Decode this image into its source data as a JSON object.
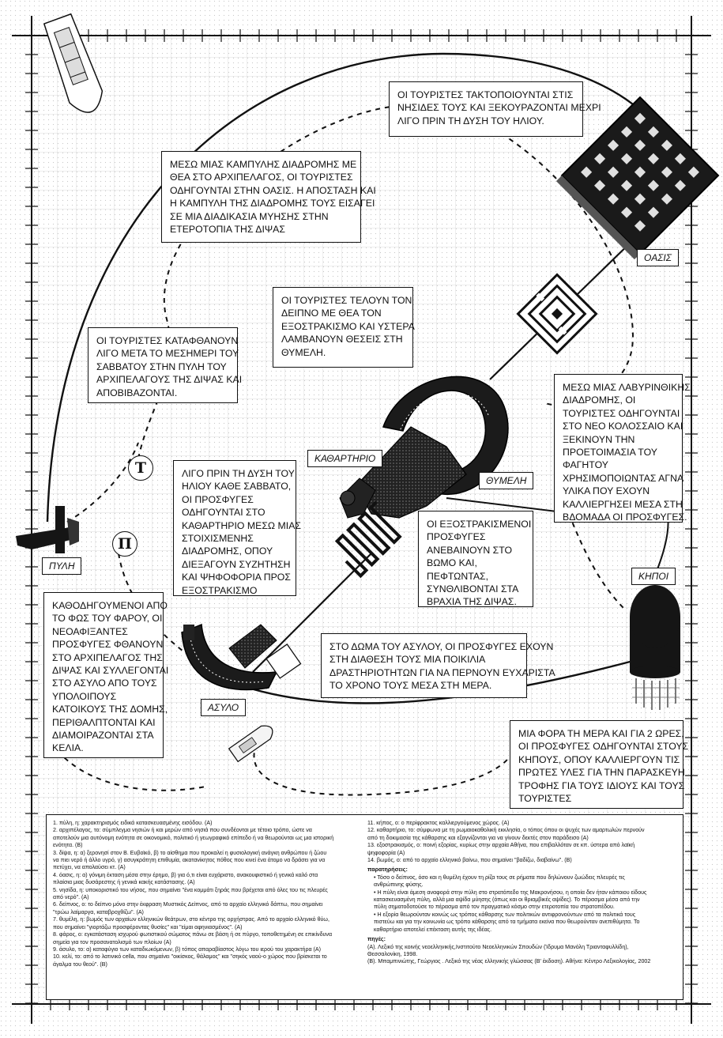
{
  "colors": {
    "ink": "#111111",
    "paper": "#ffffff",
    "grid": "#c9c9c9"
  },
  "map_labels": {
    "oasis": "ΟΑΣΙΣ",
    "katharthrio": "ΚΑΘΑΡΤΗΡΙΟ",
    "thymeli": "ΘΥΜΕΛΗ",
    "kipoi": "ΚΗΠΟΙ",
    "pyli": "ΠΥΛΗ",
    "asylo": "ΑΣΥΛΟ",
    "marker_t": "Τ",
    "marker_p": "Π"
  },
  "boxes": {
    "b1": [
      "ΟΙ ΤΟΥΡΙΣΤΕΣ ΤΑΚΤΟΠΟΙΟΥΝΤΑΙ ΣΤΙΣ",
      "ΝΗΣΙΔΕΣ ΤΟΥΣ ΚΑΙ ΞΕΚΟΥΡΑΖΟΝΤΑΙ ΜΕΧΡΙ",
      "ΛΙΓΟ ΠΡΙΝ ΤΗ ΔΥΣΗ ΤΟΥ ΗΛΙΟΥ."
    ],
    "b2": [
      "ΜΕΣΩ ΜΙΑΣ ΚΑΜΠΥΛΗΣ ΔΙΑΔΡΟΜΗΣ ΜΕ",
      "ΘΕΑ ΣΤΟ ΑΡΧΙΠΕΛΑΓΟΣ, ΟΙ ΤΟΥΡΙΣΤΕΣ",
      "ΟΔΗΓΟΥΝΤΑΙ ΣΤΗΝ ΟΑΣΙΣ. Η ΑΠΟΣΤΑΣΗ ΚΑΙ",
      "Η ΚΑΜΠΥΛΗ ΤΗΣ ΔΙΑΔΡΟΜΗΣ ΤΟΥΣ ΕΙΣΑΓΕΙ",
      "ΣΕ ΜΙΑ ΔΙΑΔΙΚΑΣΙΑ ΜΥΗΣΗΣ ΣΤΗΝ",
      "ΕΤΕΡΟΤΟΠΙΑ ΤΗΣ ΔΙΨΑΣ"
    ],
    "b3": [
      "ΟΙ ΤΟΥΡΙΣΤΕΣ ΤΕΛΟΥΝ ΤΟΝ",
      "ΔΕΙΠΝΟ ΜΕ ΘΕΑ ΤΟΝ",
      "ΕΞΟΣΤΡΑΚΙΣΜΟ ΚΑΙ ΥΣΤΕΡΑ",
      "ΛΑΜΒΑΝΟΥΝ ΘΕΣΕΙΣ ΣΤΗ",
      "ΘΥΜΕΛΗ."
    ],
    "b4": [
      "ΟΙ ΤΟΥΡΙΣΤΕΣ ΚΑΤΑΦΘΑΝΟΥΝ",
      "ΛΙΓΟ ΜΕΤΑ ΤΟ ΜΕΣΗΜΕΡΙ ΤΟΥ",
      "ΣΑΒΒΑΤΟΥ ΣΤΗΝ ΠΥΛΗ ΤΟΥ",
      "ΑΡΧΙΠΕΛΑΓΟΥΣ ΤΗΣ ΔΙΨΑΣ ΚΑΙ",
      "ΑΠΟΒΙΒΑΖΟΝΤΑΙ."
    ],
    "b5": [
      "ΜΕΣΩ ΜΙΑΣ ΛΑΒΥΡΙΝΘΙΚΗΣ",
      "ΔΙΑΔΡΟΜΗΣ, ΟΙ",
      "ΤΟΥΡΙΣΤΕΣ ΟΔΗΓΟΥΝΤΑΙ",
      "ΣΤΟ ΝΕΟ ΚΟΛΟΣΣΑΙΟ ΚΑΙ",
      "ΞΕΚΙΝΟΥΝ ΤΗΝ",
      "ΠΡΟΕΤΟΙΜΑΣΙΑ ΤΟΥ",
      "ΦΑΓΗΤΟΥ",
      "ΧΡΗΣΙΜΟΠΟΙΩΝΤΑΣ ΑΓΝΑ",
      "ΥΛΙΚΑ ΠΟΥ ΕΧΟΥΝ",
      "ΚΑΛΛΙΕΡΓΗΣΕΙ ΜΕΣΑ ΣΤΗ",
      "ΒΔΟΜΑΔΑ ΟΙ ΠΡΟΣΦΥΓΕΣ."
    ],
    "b6": [
      "ΛΙΓΟ ΠΡΙΝ ΤΗ ΔΥΣΗ ΤΟΥ",
      "ΗΛΙΟΥ ΚΑΘΕ ΣΑΒΒΑΤΟ,",
      "ΟΙ ΠΡΟΣΦΥΓΕΣ",
      "ΟΔΗΓΟΥΝΤΑΙ ΣΤΟ",
      "ΚΑΘΑΡΤΗΡΙΟ ΜΕΣΩ ΜΙΑΣ",
      "ΣΤΟΙΧΙΣΜΕΝΗΣ",
      "ΔΙΑΔΡΟΜΗΣ, ΟΠΟΥ",
      "ΔΙΕΞΑΓΟΥΝ ΣΥΖΗΤΗΣΗ",
      "ΚΑΙ ΨΗΦΟΦΟΡΙΑ ΠΡΟΣ",
      "ΕΞΟΣΤΡΑΚΙΣΜΟ"
    ],
    "b7": [
      "ΟΙ ΕΞΟΣΤΡΑΚΙΣΜΕΝΟΙ",
      "ΠΡΟΣΦΥΓΕΣ",
      "ΑΝΕΒΑΙΝΟΥΝ ΣΤΟ",
      "ΒΩΜΟ ΚΑΙ,",
      "ΠΕΦΤΩΝΤΑΣ,",
      "ΣΥΝΘΛΙΒΟΝΤΑΙ ΣΤΑ",
      "ΒΡΑΧΙΑ ΤΗΣ ΔΙΨΑΣ."
    ],
    "b8": [
      "ΚΑΘΟΔΗΓΟΥΜΕΝΟΙ ΑΠΟ",
      "ΤΟ ΦΩΣ ΤΟΥ ΦΑΡΟΥ, ΟΙ",
      "ΝΕΟΑΦΙΞΑΝΤΕΣ",
      "ΠΡΟΣΦΥΓΕΣ ΦΘΑΝΟΥΝ",
      "ΣΤΟ ΑΡΧΙΠΕΛΑΓΟΣ ΤΗΣ",
      "ΔΙΨΑΣ ΚΑΙ ΣΥΛΛΕΓΟΝΤΑΙ",
      "ΣΤΟ ΑΣΥΛΟ ΑΠΟ ΤΟΥΣ",
      "ΥΠΟΛΟΙΠΟΥΣ",
      "ΚΑΤΟΙΚΟΥΣ ΤΗΣ ΔΟΜΗΣ,",
      "ΠΕΡΙΘΑΛΠΤΟΝΤΑΙ ΚΑΙ",
      "ΔΙΑΜΟΙΡΑΖΟΝΤΑΙ ΣΤΑ",
      "ΚΕΛΙΑ."
    ],
    "b9": [
      "ΣΤΟ ΔΩΜΑ ΤΟΥ ΑΣΥΛΟΥ, ΟΙ ΠΡΟΣΦΥΓΕΣ ΕΧΟΥΝ",
      "ΣΤΗ ΔΙΑΘΕΣΗ ΤΟΥΣ ΜΙΑ ΠΟΙΚΙΛΙΑ",
      "ΔΡΑΣΤΗΡΙΟΤΗΤΩΝ ΓΙΑ ΝΑ ΠΕΡΝΟΥΝ ΕΥΧΑΡΙΣΤΑ",
      "ΤΟ ΧΡΟΝΟ ΤΟΥΣ ΜΕΣΑ ΣΤΗ ΜΕΡΑ."
    ],
    "b10": [
      "ΜΙΑ ΦΟΡΑ ΤΗ ΜΕΡΑ ΚΑΙ ΓΙΑ 2 ΩΡΕΣ,",
      "ΟΙ ΠΡΟΣΦΥΓΕΣ ΟΔΗΓΟΥΝΤΑΙ ΣΤΟΥΣ",
      "ΚΗΠΟΥΣ, ΟΠΟΥ ΚΑΛΛΙΕΡΓΟΥΝ ΤΙΣ",
      "ΠΡΩΤΕΣ ΥΛΕΣ ΓΙΑ ΤΗΝ ΠΑΡΑΣΚΕΥΗ",
      "ΤΡΟΦΗΣ ΓΙΑ ΤΟΥΣ ΙΔΙΟΥΣ ΚΑΙ ΤΟΥΣ",
      "ΤΟΥΡΙΣΤΕΣ"
    ]
  },
  "notes_left": [
    "1. πύλη, η: χαρακτηρισμός ειδικά κατασκευασμένης εισόδου. (Α)",
    "2. αρχιπέλαγος, το: σύμπλεγμα νησιών ή και μερών από νησιά που συνδέονται με τέτοιο τρόπο, ώστε να",
    "αποτελούν μια αυτόνομη ενότητα σε οικονομικό, πολιτικό ή γεωγραφικό επίπεδο ή να θεωρούνται ως μια ιστορική",
    "ενότητα. (Β)",
    "3. δίψα, η: α) ξερονησί στον Β. Ευβοϊκό, β) το αίσθημα που προκαλεί η φυσιολογική ανάγκη ανθρώπου ή ζώου",
    "να πιει νερό ή άλλο υγρό, γ) ασυγκράτητη επιθυμία, ακατανίκητος πόθος που κινεί ένα άτομο να δράσει για να",
    "πετύχει, να απολαύσει κτ. (Α)",
    "4. όασις, η: α) γόνιμη έκταση μέσα στην έρημο, β) για ό,τι είναι ευχάριστο, ανακουφιστικό ή γενικά καλό στα",
    "πλαίσια μιας δυσάρεστης ή γενικά κακής κατάστασης. (Α)",
    "5. νησίδα, η: υποκοριστικό του νήσος, που σημαίνει \"ένα κομμάτι ξηράς που βρέχεται από όλες του τις πλευρές",
    "από νερό\". (Α)",
    "6. δείπνος, ο: το δείπνο μόνο στην έκφραση Μυστικός Δείπνος, από το αρχαίο ελληνικό δάπτω, που σημαίνει",
    "\"τρώω λαίμαργα, καταβροχθίζω\". (Α)",
    "7. θυμέλη, η: βωμός των αρχαίων ελληνικών θεάτρων, στο κέντρο της ορχήστρας. Από το αρχαίο ελληνικό θύω,",
    "που σημαίνει \"γιορτάζω προσφέροντας θυσίες\" και \"είμαι αφηνιασμένος\". (Α)",
    "8. φάρος, ο: εγκατάσταση ισχυρού φωτιστικού σώματος πάνω σε βάση ή σε πύργο, τοποθετημένη σε επικίνδυνα",
    "σημεία για τον προσανατολισμό των πλοίων (Α)",
    "9. άσυλο, το: α) καταφύγιο των καταδιωκόμενων, β) τόπος απαραβίαστος λόγω του ιερού του χαρακτήρα (Α)",
    "10. κελί, το: από το λατινικό cella, που σημαίνει \"οικίσκος, θάλαμος\" και \"σηκός ναού-ο χώρος που βρίσκεται το",
    "άγαλμα του θεού\". (Β)"
  ],
  "notes_right": [
    "11. κήπος, ο: ο περίφρακτος καλλιεργούμενος χώρος. (Α)",
    "12. καθαρτήριο, το: σύμφωνα με τη ρωμαιοκαθολική εκκλησία, ο τόπος όπου οι ψυχές των αμαρτωλών περνούν",
    "από τη δοκιμασία της κάθαρσης και εξαγνίζονται για να γίνουν δεκτές στον παράδεισο (Α)",
    "13. εξοστρακισμός, ο: ποινή εξορίας, κυρίως στην αρχαία Αθήνα, που επιβαλλόταν σε κπ. ύστερα από λαϊκή",
    "ψηφοφορία (Α)",
    "14. βωμός, ο: από το αρχαίο ελληνικό βαίνω, που σημαίνει \"βαδίζω, διαβαίνω\". (Β)"
  ],
  "notes_heading_remarks": "παρατηρήσεις:",
  "notes_remarks": [
    "• Τόσο ο δείπνος, όσο και η θυμέλη έχουν τη ρίζα τους σε ρήματα που δηλώνουν ζωώδεις πλευρές τις",
    "  ανθρώπινης φύσης.",
    "• Η πύλη είναι άμεση αναφορά στην πύλη στο στρατόπεδο της Μακρονήσου, η οποία δεν ήταν κάποιου είδους",
    "  κατασκευασμένη πύλη, αλλά μια αψίδα μύησης (όπως και οι θριαμβικές αψίδες). Το πέρασμα μέσα από την",
    "  πύλη σηματοδοτούσε το πέρασμα από τον πραγματικό κόσμο στην ετεροτοπία του στρατοπέδου.",
    "• Η εξορία θεωρούνταν κοινώς ως τρόπος κάθαρσης των πολιτικών αντιφρονούντων από τα πολιτικά τους",
    "  πιστεύω και για την κοινωνία ως τρόπο κάθαρσης από τα τμήματα εκείνα που θεωρούνταν ανεπιθύμητα. Το",
    "  καθαρτήριο αποτελεί επέκταση αυτής της ιδέας."
  ],
  "notes_heading_sources": "πηγές:",
  "notes_sources": [
    "(Α). Λεξικό της κοινής νεοελληνικής,Ινστιτούτο Νεοελληνικών Σπουδών (Ίδρυμα Μανόλη Τριανταφυλλίδη),",
    "Θεσσαλονίκη, 1998.",
    "(Β). Μπαμπινιώτης, Γεώργιος . Λεξικό της νέας ελληνικής γλώσσας (Β' έκδοση). Αθήνα: Κέντρο Λεξικολογίας, 2002"
  ]
}
